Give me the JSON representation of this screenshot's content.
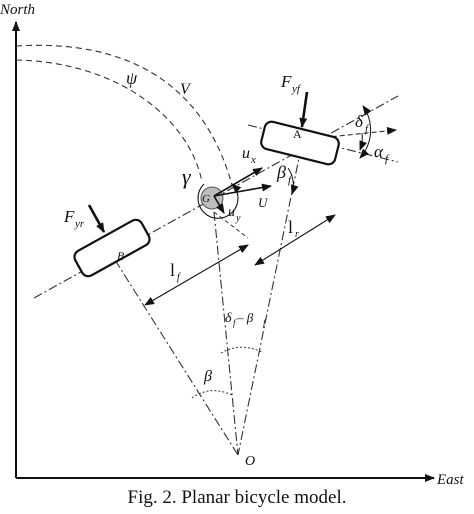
{
  "axes": {
    "north": "North",
    "east": "East"
  },
  "labels": {
    "psi": "ψ",
    "V": "V",
    "gamma": "γ",
    "G": "G",
    "A": "A",
    "B": "B",
    "O": "O",
    "ux": "u",
    "ux_sub": "x",
    "uy": "u",
    "uy_sub": "y",
    "U": "U",
    "beta_f": "β",
    "beta_f_sub": "f",
    "beta": "β",
    "delta_f": "δ",
    "delta_f_sub": "f",
    "alpha_f": "α",
    "alpha_f_sub": "f",
    "F_yf": "F",
    "F_yf_sub": "yf",
    "F_yr": "F",
    "F_yr_sub": "yr",
    "l_f": "l",
    "l_f_sub": "f",
    "l_r": "l",
    "l_r_sub": "r",
    "delta_minus_beta_main": "δ",
    "delta_minus_beta_sub1": "f",
    "delta_minus_beta_mid": " – β",
    "delta_minus_beta_sub2": "f"
  },
  "caption": "Fig. 2. Planar bicycle model."
}
